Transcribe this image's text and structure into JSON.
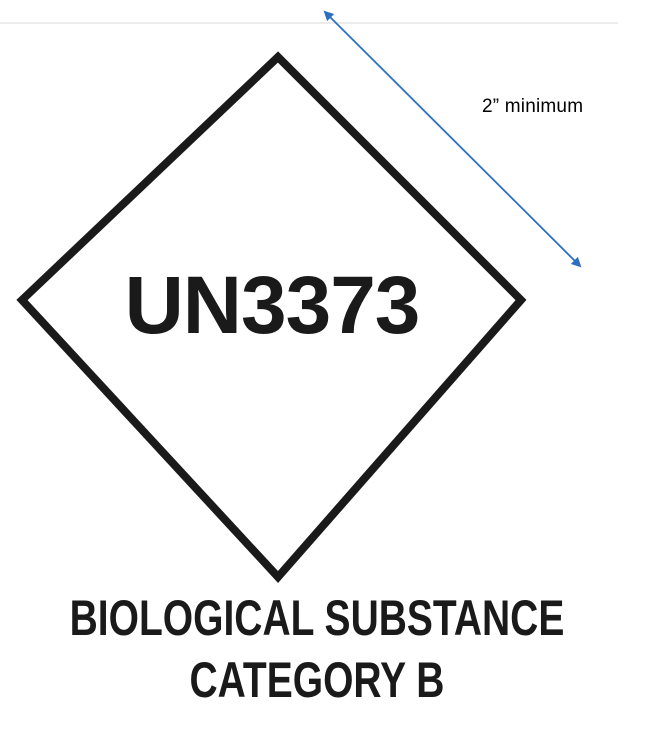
{
  "label": {
    "un_number": "UN3373",
    "caption_line1": "BIOLOGICAL SUBSTANCE",
    "caption_line2": "CATEGORY B"
  },
  "dimension": {
    "text": "2”  minimum"
  },
  "colors": {
    "diamond_stroke": "#1a1a1a",
    "text": "#1a1a1a",
    "dimension_arrow": "#2b6fc2",
    "top_rule": "#e6e6e6",
    "background": "#ffffff"
  }
}
